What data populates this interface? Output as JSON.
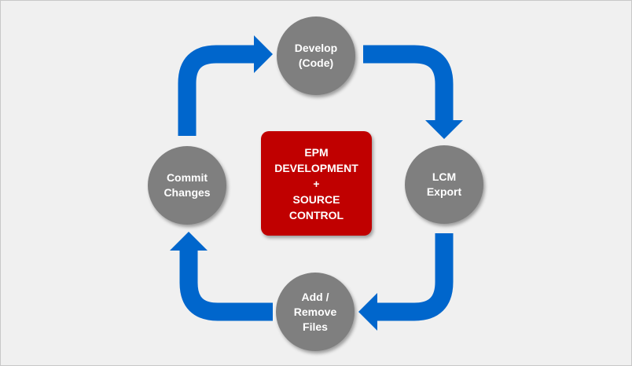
{
  "diagram": {
    "nodes": {
      "develop": [
        "Develop",
        "(Code)"
      ],
      "export": [
        "LCM",
        "Export"
      ],
      "files": [
        "Add /",
        "Remove",
        "Files"
      ],
      "commit": [
        "Commit",
        "Changes"
      ]
    },
    "center": [
      "EPM",
      "DEVELOPMENT",
      "+",
      "SOURCE",
      "CONTROL"
    ],
    "colors": {
      "background": "#f0f0f0",
      "node": "#7f7f7f",
      "center": "#c00000",
      "arrow": "#0066cc"
    }
  }
}
